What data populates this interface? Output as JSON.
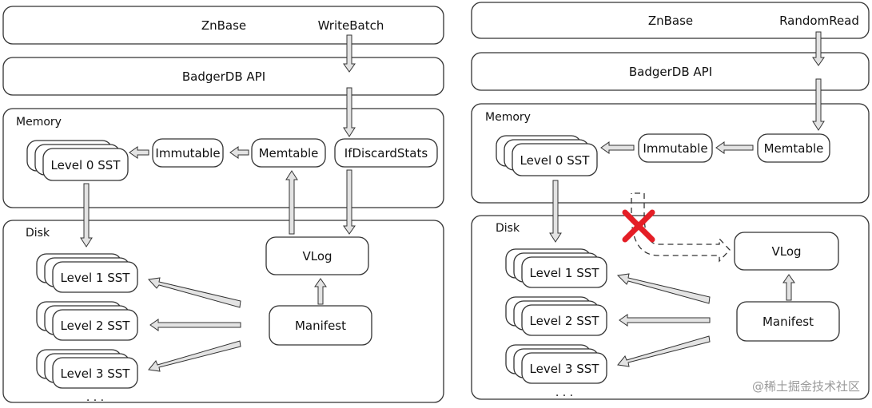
{
  "left": {
    "znbase": "ZnBase",
    "op": "WriteBatch",
    "api": "BadgerDB API",
    "memory": "Memory",
    "immutable": "Immutable",
    "memtable": "Memtable",
    "ifdiscard": "IfDiscardStats",
    "level0": "Level 0 SST",
    "disk": "Disk",
    "vlog": "VLog",
    "manifest": "Manifest",
    "level1": "Level 1 SST",
    "level2": "Level 2 SST",
    "level3": "Level 3 SST",
    "ellipsis": ". . ."
  },
  "right": {
    "znbase": "ZnBase",
    "op": "RandomRead",
    "api": "BadgerDB API",
    "memory": "Memory",
    "immutable": "Immutable",
    "memtable": "Memtable",
    "level0": "Level 0 SST",
    "disk": "Disk",
    "vlog": "VLog",
    "manifest": "Manifest",
    "level1": "Level 1 SST",
    "level2": "Level 2 SST",
    "level3": "Level 3 SST",
    "ellipsis": ". . ."
  },
  "watermark": "@稀土掘金技术社区",
  "colors": {
    "cross": "#e41e26",
    "arrow_fill": "#e3e3e3",
    "stroke": "#333333"
  }
}
